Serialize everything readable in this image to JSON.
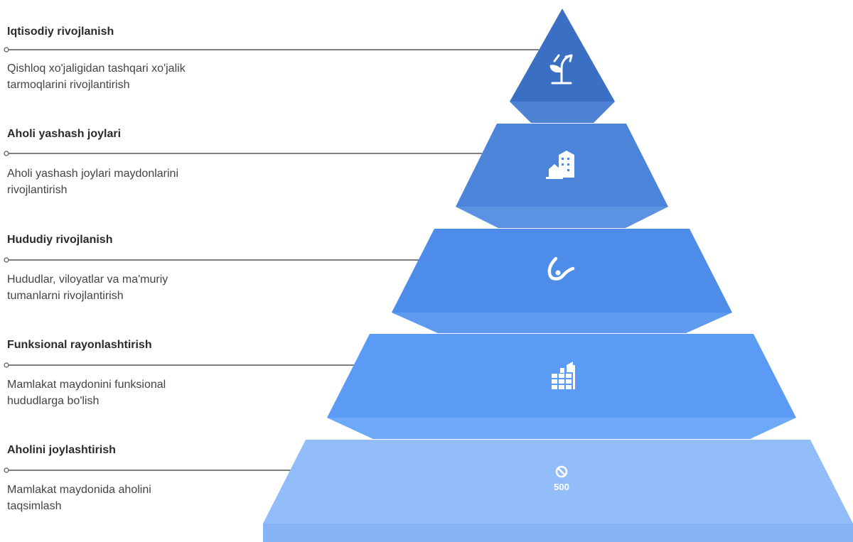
{
  "levels": [
    {
      "title": "Iqtisodiy rivojlanish",
      "description_lines": [
        "Qishloq xo'jaligidan tashqari xo'jalik",
        "tarmoqlarini rivojlantirish"
      ],
      "icon": "plant-growth-icon",
      "color": "#3a6fc4",
      "underside_color": "#4d83d2"
    },
    {
      "title": "Aholi yashash joylari",
      "description_lines": [
        "Aholi yashash joylari maydonlarini",
        "rivojlantirish"
      ],
      "icon": "buildings-icon",
      "color": "#4b84d8",
      "underside_color": "#5b93e2"
    },
    {
      "title": "Hududiy rivojlanish",
      "description_lines": [
        "Hududlar, viloyatlar va ma'muriy",
        "tumanlarni rivojlantirish"
      ],
      "icon": "region-pin-icon",
      "color": "#4d8ce8",
      "underside_color": "#5e9bef"
    },
    {
      "title": "Funksional rayonlashtirish",
      "description_lines": [
        "Mamlakat maydonini funksional",
        "hududlarga bo'lish"
      ],
      "icon": "zoning-grid-icon",
      "color": "#5c9bf5",
      "underside_color": "#6ea9f7"
    },
    {
      "title": "Aholini joylashtirish",
      "description_lines": [
        "Mamlakat maydonida aholini",
        "taqsimlash"
      ],
      "icon": "population-500-icon",
      "icon_text": "500",
      "color": "#93bdf9",
      "underside_color": "#86b4f7"
    }
  ],
  "connector_color": "#555555"
}
